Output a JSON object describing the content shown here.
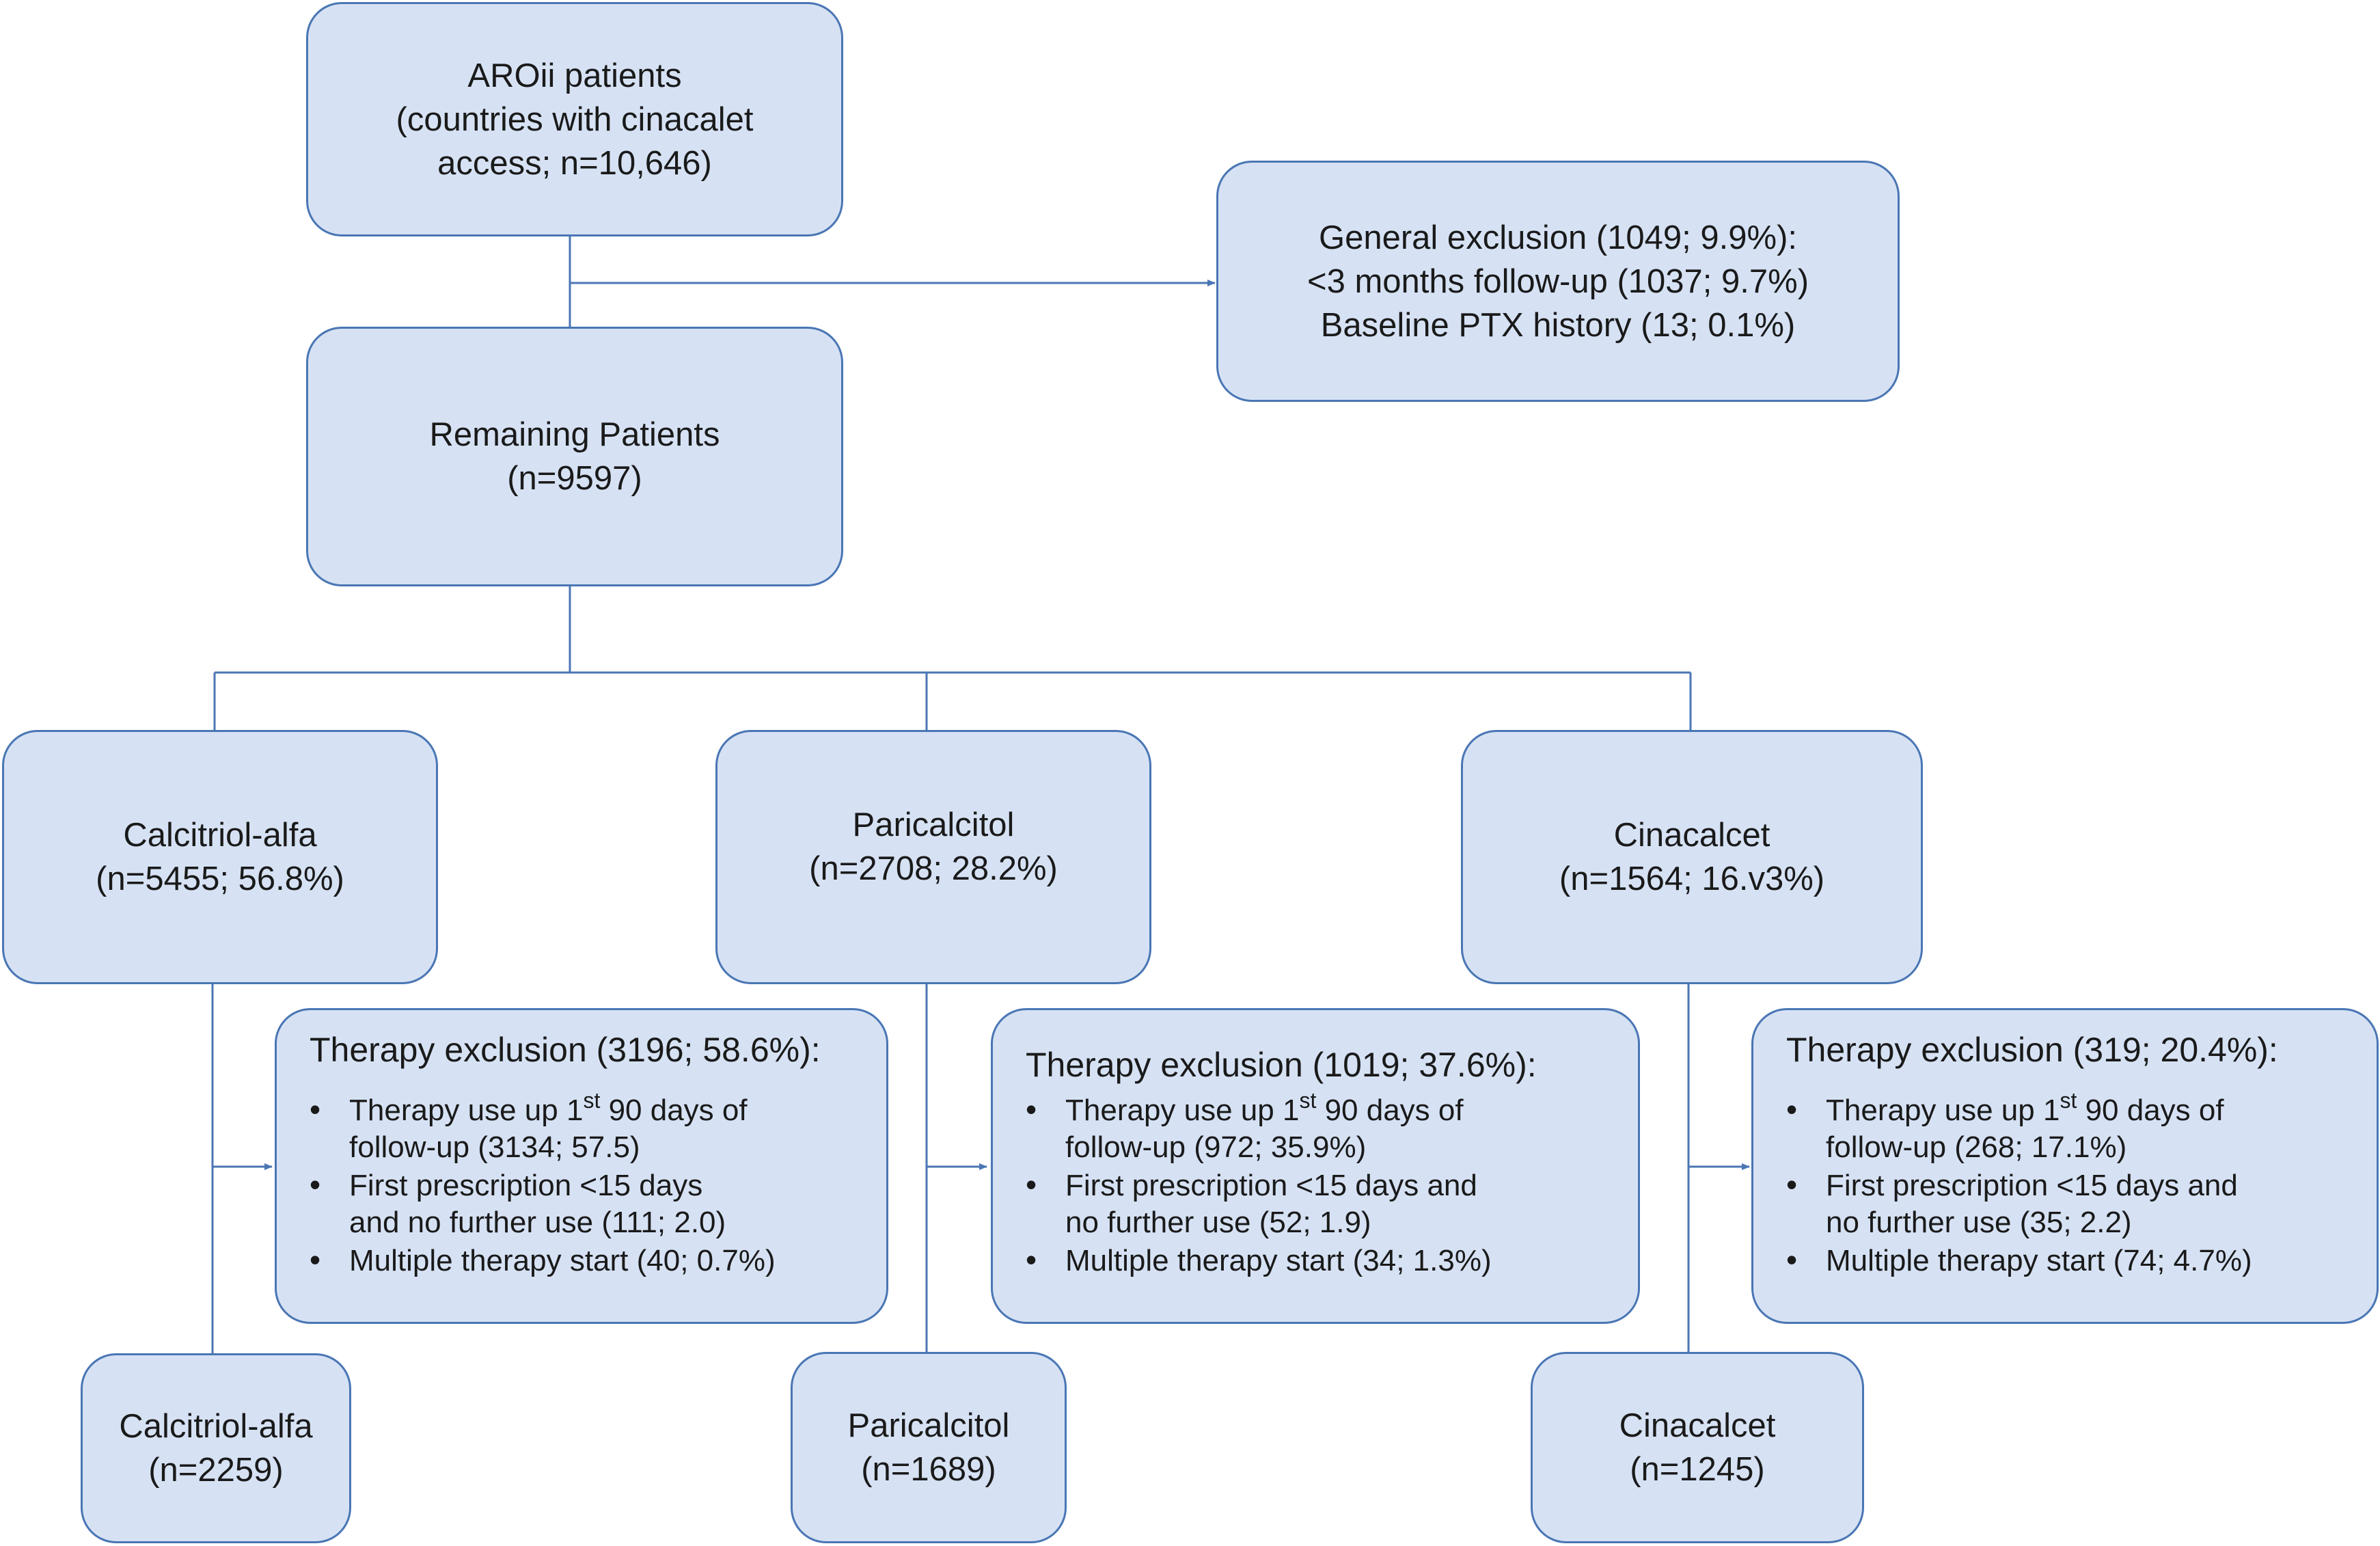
{
  "boxes": {
    "aroii": {
      "lines": [
        "AROii patients",
        "(countries with cinacalet",
        "access; n=10,646)"
      ]
    },
    "general_exclusion": {
      "lines": [
        "General exclusion (1049; 9.9%):",
        "<3 months follow-up (1037; 9.7%)",
        "Baseline PTX history (13; 0.1%)"
      ]
    },
    "remaining": {
      "lines": [
        "Remaining Patients",
        "(n=9597)"
      ]
    },
    "calcitriol": {
      "lines": [
        "Calcitriol-alfa",
        "(n=5455; 56.8%)"
      ]
    },
    "paricalcitol": {
      "lines": [
        "Paricalcitol",
        "(n=2708; 28.2%)"
      ]
    },
    "cinacalcet": {
      "lines": [
        "Cinacalcet",
        "(n=1564; 16.v3%)"
      ]
    },
    "calcitriol_final": {
      "lines": [
        "Calcitriol-alfa",
        "(n=2259)"
      ]
    },
    "paricalcitol_final": {
      "lines": [
        "Paricalcitol",
        "(n=1689)"
      ]
    },
    "cinacalcet_final": {
      "lines": [
        "Cinacalcet",
        "(n=1245)"
      ]
    }
  },
  "therapy_exclusions": [
    {
      "title": "Therapy exclusion (3196; 58.6%):",
      "use_prefix": "Therapy use  up 1",
      "use_sup": "st",
      "use_suffix": " 90 days of",
      "use_line2": "follow-up (3134; 57.5)",
      "first_line1": "First prescription <15 days",
      "first_line2": "and no further use (111; 2.0)",
      "multiple": "Multiple therapy start (40; 0.7%)"
    },
    {
      "title": "Therapy exclusion (1019; 37.6%):",
      "use_prefix": "Therapy use  up 1",
      "use_sup": "st",
      "use_suffix": " 90 days of",
      "use_line2": "follow-up (972; 35.9%)",
      "first_line1": "First prescription <15 days and",
      "first_line2": "no further use (52; 1.9)",
      "multiple": "Multiple therapy start (34; 1.3%)"
    },
    {
      "title": "Therapy exclusion (319; 20.4%):",
      "use_prefix": "Therapy use  up 1",
      "use_sup": "st",
      "use_suffix": " 90 days of",
      "use_line2": "follow-up (268; 17.1%)",
      "first_line1": "First prescription <15 days and",
      "first_line2": "no further use (35; 2.2)",
      "multiple": "Multiple therapy start (74; 4.7%)"
    }
  ],
  "colors": {
    "box_fill": "#d6e2f4",
    "box_border": "#4a76b4",
    "connector": "#4a76b4"
  }
}
